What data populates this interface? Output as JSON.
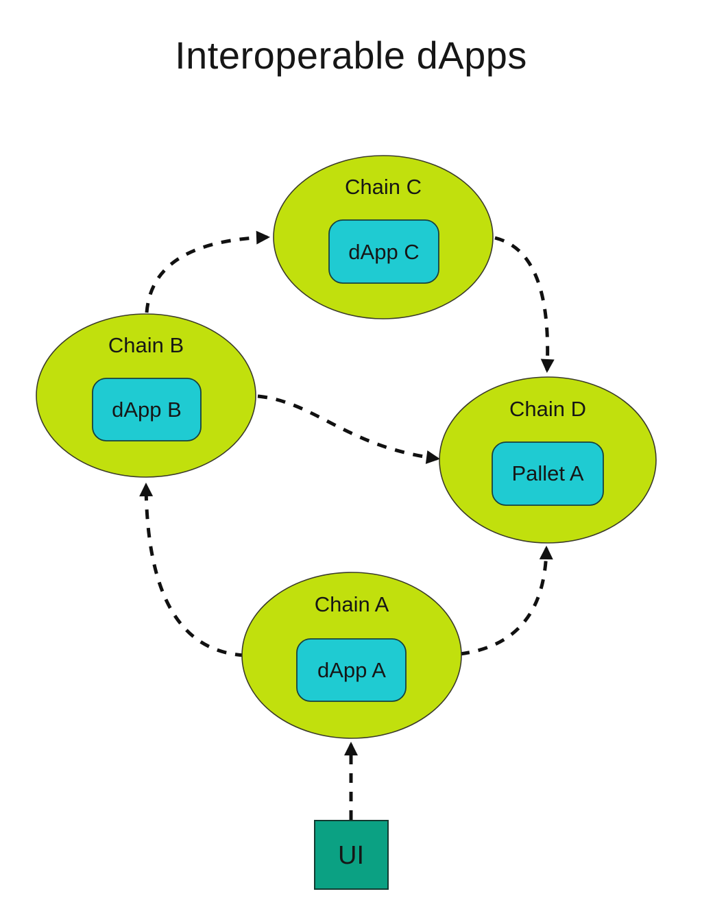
{
  "title": "Interoperable dApps",
  "diagram": {
    "nodes": [
      {
        "label": "Chain C",
        "module": "dApp C"
      },
      {
        "label": "Chain B",
        "module": "dApp B"
      },
      {
        "label": "Chain D",
        "module": "Pallet A"
      },
      {
        "label": "Chain A",
        "module": "dApp A"
      }
    ],
    "ui_box": {
      "label": "UI"
    },
    "edges": [
      {
        "from": "Chain B",
        "to": "Chain C",
        "style": "dashed-arrow"
      },
      {
        "from": "Chain C",
        "to": "Chain D",
        "style": "dashed-arrow"
      },
      {
        "from": "Chain B",
        "to": "Chain D",
        "style": "dashed-arrow"
      },
      {
        "from": "Chain A",
        "to": "Chain B",
        "style": "dashed-arrow"
      },
      {
        "from": "Chain A",
        "to": "Chain D",
        "style": "dashed-arrow"
      },
      {
        "from": "UI",
        "to": "Chain A",
        "style": "dashed-arrow"
      }
    ]
  },
  "colors": {
    "chain_fill": "#c1e00d",
    "chain_stroke": "#3a3a2a",
    "module_fill": "#1fcbd2",
    "module_stroke": "#17403f",
    "ui_fill": "#0ba183",
    "ui_stroke": "#123a30",
    "arrow": "#111111",
    "text": "#161616",
    "background": "#ffffff"
  }
}
